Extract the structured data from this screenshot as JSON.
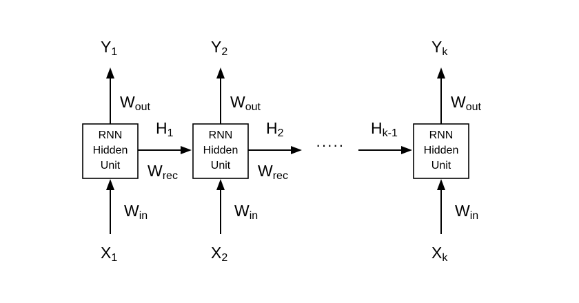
{
  "units": [
    {
      "box_lines": [
        "RNN",
        "Hidden",
        "Unit"
      ],
      "output": {
        "base": "Y",
        "sub": "1"
      },
      "input": {
        "base": "X",
        "sub": "1"
      },
      "w_out": {
        "base": "W",
        "sub": "out"
      },
      "w_in": {
        "base": "W",
        "sub": "in"
      },
      "hidden_out": {
        "base": "H",
        "sub": "1"
      },
      "w_rec": {
        "base": "W",
        "sub": "rec"
      }
    },
    {
      "box_lines": [
        "RNN",
        "Hidden",
        "Unit"
      ],
      "output": {
        "base": "Y",
        "sub": "2"
      },
      "input": {
        "base": "X",
        "sub": "2"
      },
      "w_out": {
        "base": "W",
        "sub": "out"
      },
      "w_in": {
        "base": "W",
        "sub": "in"
      },
      "hidden_out": {
        "base": "H",
        "sub": "2"
      },
      "w_rec": {
        "base": "W",
        "sub": "rec"
      }
    },
    {
      "box_lines": [
        "RNN",
        "Hidden",
        "Unit"
      ],
      "output": {
        "base": "Y",
        "sub": "k"
      },
      "input": {
        "base": "X",
        "sub": "k"
      },
      "w_out": {
        "base": "W",
        "sub": "out"
      },
      "w_in": {
        "base": "W",
        "sub": "in"
      },
      "hidden_in": {
        "base": "H",
        "sub": "k-1"
      }
    }
  ],
  "ellipsis": "·····"
}
